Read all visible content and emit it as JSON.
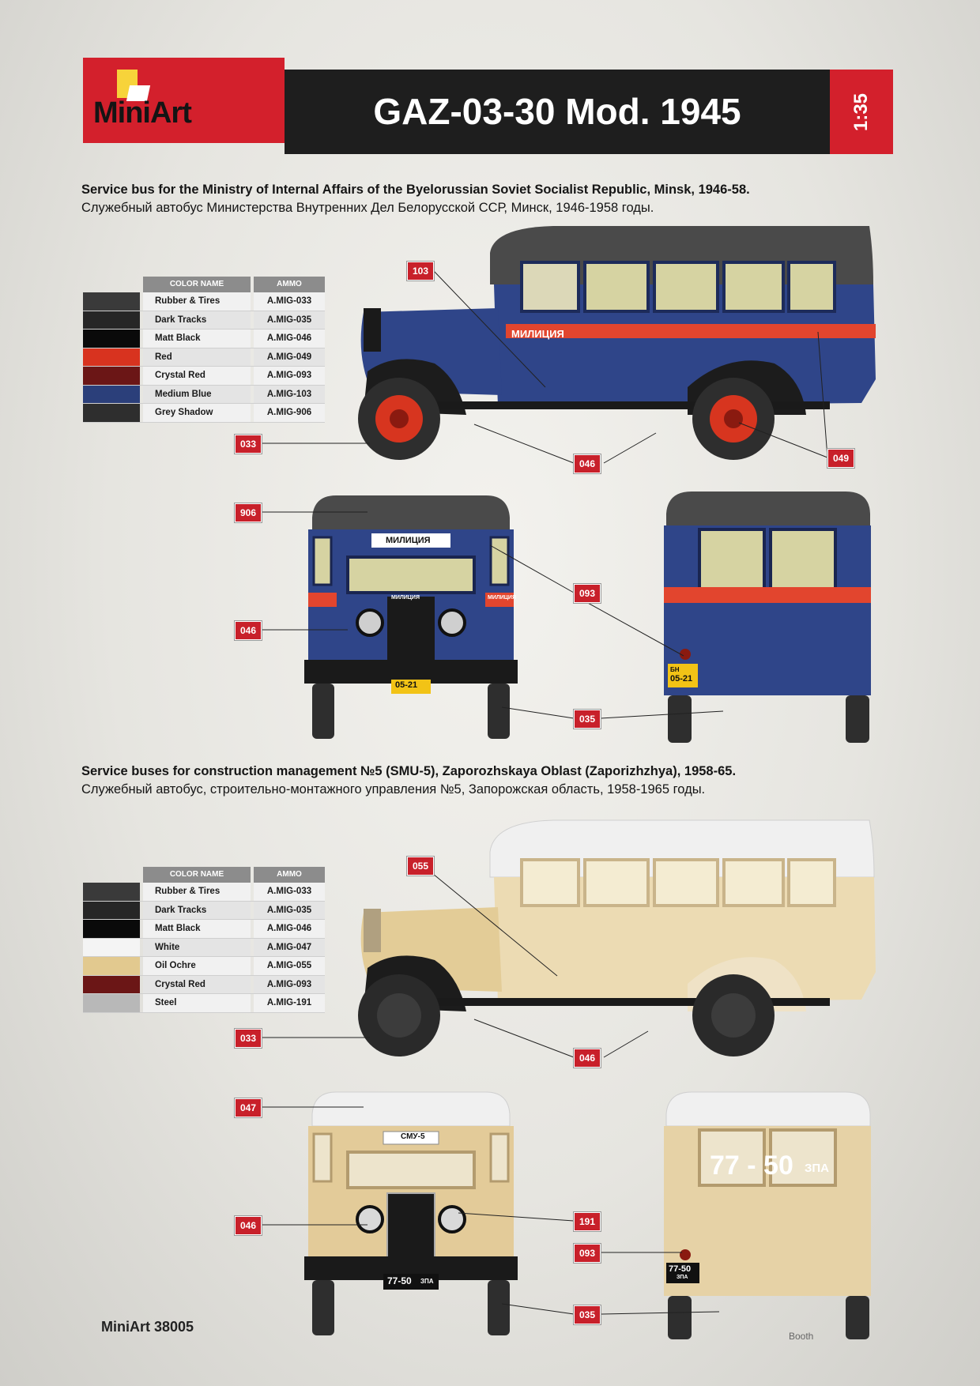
{
  "brand": {
    "logo": "MiniArt",
    "footer_code": "MiniArt 38005",
    "artist": "Booth"
  },
  "title": "GAZ-03-30 Mod. 1945",
  "scale": "1:35",
  "table_headers": {
    "color_name": "COLOR NAME",
    "ammo": "AMMO"
  },
  "scheme1": {
    "heading_en": "Service bus for the Ministry of Internal Affairs of the Byelorussian Soviet Socialist Republic, Minsk, 1946-58.",
    "heading_ru": "Служебный автобус Министерства Внутренних Дел Белорусской ССР, Минск, 1946-1958 годы.",
    "side_text": "МИЛИЦИЯ",
    "front_sign": "МИЛИЦИЯ",
    "door_text": "МИЛИЦИЯ",
    "plate_prefix": "БН",
    "plate_number": "05-21",
    "colors": [
      {
        "name": "Rubber & Tires",
        "code": "A.MIG-033",
        "swatch": "#3a3a3a"
      },
      {
        "name": "Dark Tracks",
        "code": "A.MIG-035",
        "swatch": "#262626"
      },
      {
        "name": "Matt Black",
        "code": "A.MIG-046",
        "swatch": "#0a0a0a"
      },
      {
        "name": "Red",
        "code": "A.MIG-049",
        "swatch": "#d8331f"
      },
      {
        "name": "Crystal Red",
        "code": "A.MIG-093",
        "swatch": "#6b1616"
      },
      {
        "name": "Medium Blue",
        "code": "A.MIG-103",
        "swatch": "#2b3f7a"
      },
      {
        "name": "Grey Shadow",
        "code": "A.MIG-906",
        "swatch": "#2e2e2e"
      }
    ],
    "callouts": [
      "103",
      "033",
      "046",
      "049",
      "906",
      "093",
      "046",
      "035"
    ]
  },
  "scheme2": {
    "heading_en": "Service buses for construction management №5 (SMU-5), Zaporozhskaya Oblast (Zaporizhzhya), 1958-65.",
    "heading_ru": "Служебный автобус, строительно-монтажного управления №5, Запорожская область, 1958-1965 годы.",
    "front_sign": "СМУ-5",
    "rear_number": "77 - 50",
    "rear_suffix": "ЗПА",
    "plate_number": "77-50",
    "plate_suffix": "ЗПА",
    "colors": [
      {
        "name": "Rubber & Tires",
        "code": "A.MIG-033",
        "swatch": "#3a3a3a"
      },
      {
        "name": "Dark Tracks",
        "code": "A.MIG-035",
        "swatch": "#262626"
      },
      {
        "name": "Matt Black",
        "code": "A.MIG-046",
        "swatch": "#0a0a0a"
      },
      {
        "name": "White",
        "code": "A.MIG-047",
        "swatch": "#f4f4f4"
      },
      {
        "name": "Oil Ochre",
        "code": "A.MIG-055",
        "swatch": "#e2c98f"
      },
      {
        "name": "Crystal Red",
        "code": "A.MIG-093",
        "swatch": "#6b1616"
      },
      {
        "name": "Steel",
        "code": "A.MIG-191",
        "swatch": "#b8b8b8"
      }
    ],
    "callouts": [
      "055",
      "033",
      "046",
      "047",
      "046",
      "191",
      "093",
      "035"
    ]
  }
}
